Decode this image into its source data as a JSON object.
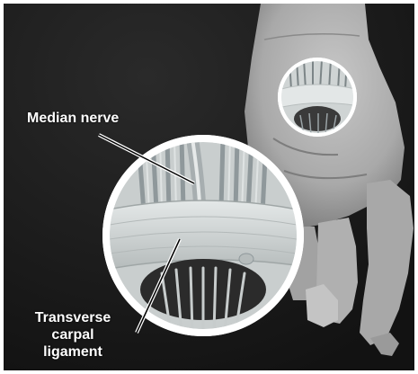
{
  "figure": {
    "labels": {
      "median_nerve": "Median nerve",
      "ligament_line1": "Transverse",
      "ligament_line2": "carpal",
      "ligament_line3": "ligament"
    },
    "colors": {
      "background": "#1c1c1c",
      "skin": "#b9b9b9",
      "skin_shadow": "#8f8f8f",
      "magnifier_ring": "#ffffff",
      "ligament": "#d8dcdc",
      "tendons": "#9aa3a6",
      "label_text": "#ffffff",
      "pointer_line": "#ffffff"
    },
    "icons": {
      "main_magnifier": "magnified-carpal-tunnel-circle",
      "small_magnifier": "palm-carpal-tunnel-circle"
    }
  }
}
